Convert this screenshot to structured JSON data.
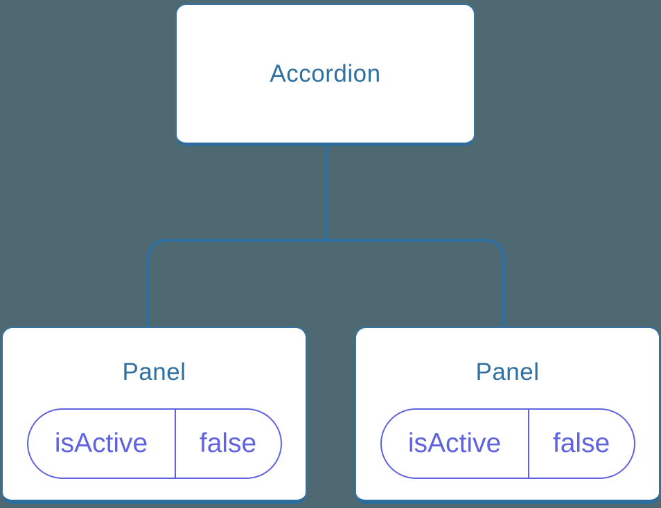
{
  "diagram": {
    "type": "component-tree",
    "colors": {
      "background": "#4E6972",
      "node_fill": "#FFFFFF",
      "node_border": "#38739F",
      "node_border_bottom": "#2D6D9E",
      "connector": "#2B6FA3",
      "component_label_text": "#2F70A0",
      "state_accent": "#5F63E0"
    },
    "tree": {
      "root": {
        "label": "Accordion"
      },
      "children": [
        {
          "label": "Panel",
          "state": {
            "key": "isActive",
            "value": "false"
          }
        },
        {
          "label": "Panel",
          "state": {
            "key": "isActive",
            "value": "false"
          }
        }
      ]
    }
  }
}
